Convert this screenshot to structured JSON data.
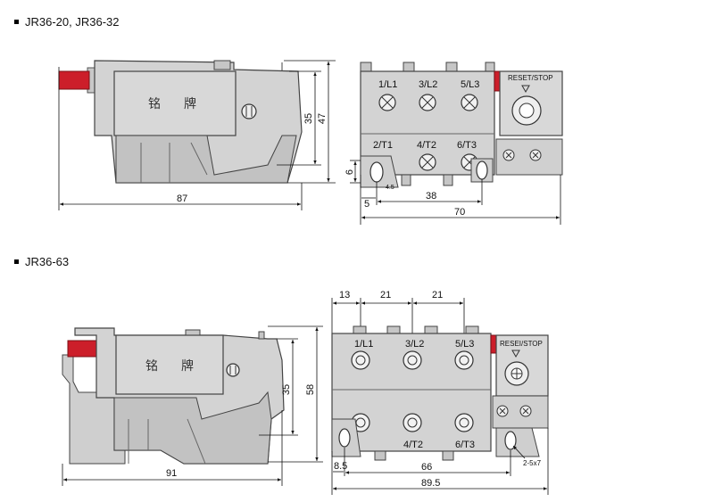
{
  "sections": [
    {
      "heading": "JR36-20, JR36-32",
      "nameplate": [
        "铭",
        "牌"
      ],
      "dims": {
        "length": "87",
        "h_inner": "35",
        "h_outer": "47",
        "offset": "6",
        "left_gap": "5",
        "small_gap": "4.5",
        "pitch_total": "38",
        "width": "70"
      },
      "terminals_top": [
        "1/L1",
        "3/L2",
        "5/L3"
      ],
      "terminals_bottom": [
        "2/T1",
        "4/T2",
        "6/T3"
      ],
      "reset_label": "RESET/STOP"
    },
    {
      "heading": "JR36-63",
      "nameplate": [
        "铭",
        "牌"
      ],
      "dims": {
        "length": "91",
        "h_inner": "35",
        "h_outer": "58",
        "edge": "13",
        "pitch1": "21",
        "pitch2": "21",
        "left_gap": "8.5",
        "pitch_total": "66",
        "width": "89.5",
        "holes": "2-5x7"
      },
      "terminals_top": [
        "1/L1",
        "3/L2",
        "5/L3"
      ],
      "terminals_bottom": [
        "4/T2",
        "6/T3"
      ],
      "reset_label": "RESEI/STOP"
    }
  ]
}
